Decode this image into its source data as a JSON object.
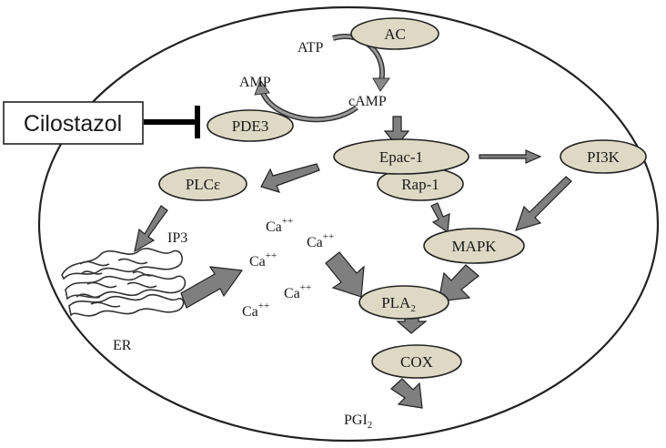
{
  "colors": {
    "node_fill": "#ddd9c4",
    "stroke": "#222222",
    "arrow_fill": "#7f7f7f",
    "inhibitor": "#000000"
  },
  "drug": {
    "label": "Cilostazol"
  },
  "nodes": {
    "ac": "AC",
    "pde3": "PDE3",
    "epac1": "Epac-1",
    "rap1": "Rap-1",
    "pi3k": "PI3K",
    "plce": "PLCε",
    "mapk": "MAPK",
    "pla2": {
      "base": "PLA",
      "sub": "2"
    },
    "cox": "COX"
  },
  "labels": {
    "atp": "ATP",
    "amp": "AMP",
    "camp": "cAMP",
    "ip3": "IP3",
    "er": "ER",
    "pgi2": {
      "base": "PGI",
      "sub": "2"
    }
  },
  "calcium": {
    "base": "Ca",
    "sup": "++"
  }
}
